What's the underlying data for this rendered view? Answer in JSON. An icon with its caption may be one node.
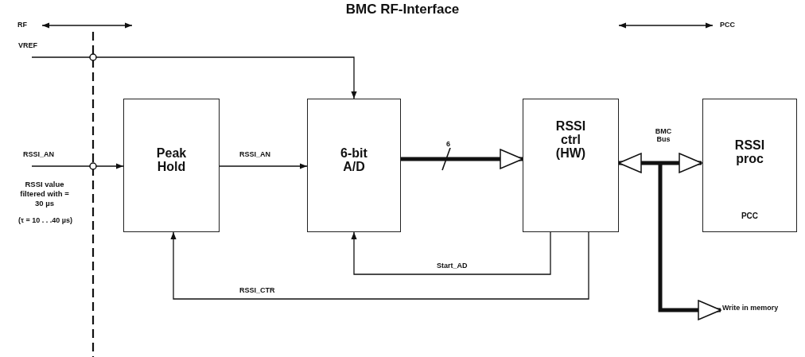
{
  "diagram": {
    "title": "BMC RF-Interface",
    "nodes": [
      {
        "text": [
          "Peak Hold"
        ]
      },
      {
        "text": [
          "6-bit A/D"
        ]
      },
      {
        "text": [
          "RSSI ctrl (HW)"
        ]
      },
      {
        "text": [
          "RSSI proc",
          "PCC"
        ]
      },
      {
        "text": [
          "Write in memory"
        ]
      }
    ],
    "edges": [
      {
        "from": null,
        "to": 0,
        "arrow": "to",
        "label": "RSSI_AN"
      },
      {
        "from": null,
        "to": 1,
        "arrow": "to",
        "label": "VREF"
      },
      {
        "from": 0,
        "to": 1,
        "arrow": "to",
        "label": "RSSI_AN"
      },
      {
        "from": 1,
        "to": 2,
        "arrow": "to",
        "label": "6",
        "style": "thick"
      },
      {
        "from": 2,
        "to": 1,
        "arrow": "to",
        "label": "Start_AD"
      },
      {
        "from": 2,
        "to": 0,
        "arrow": "to",
        "label": "RSSI_CTR"
      },
      {
        "from": 2,
        "to": 3,
        "arrow": "both",
        "label": "BMC Bus",
        "style": "thick"
      },
      {
        "from": 2,
        "to": 4,
        "arrow": "to",
        "style": "thick"
      }
    ],
    "labels": [
      "RF",
      "PCC",
      "RSSI value filtered with = 30 µs",
      "(τ = 10 . . .40 µs)"
    ]
  }
}
